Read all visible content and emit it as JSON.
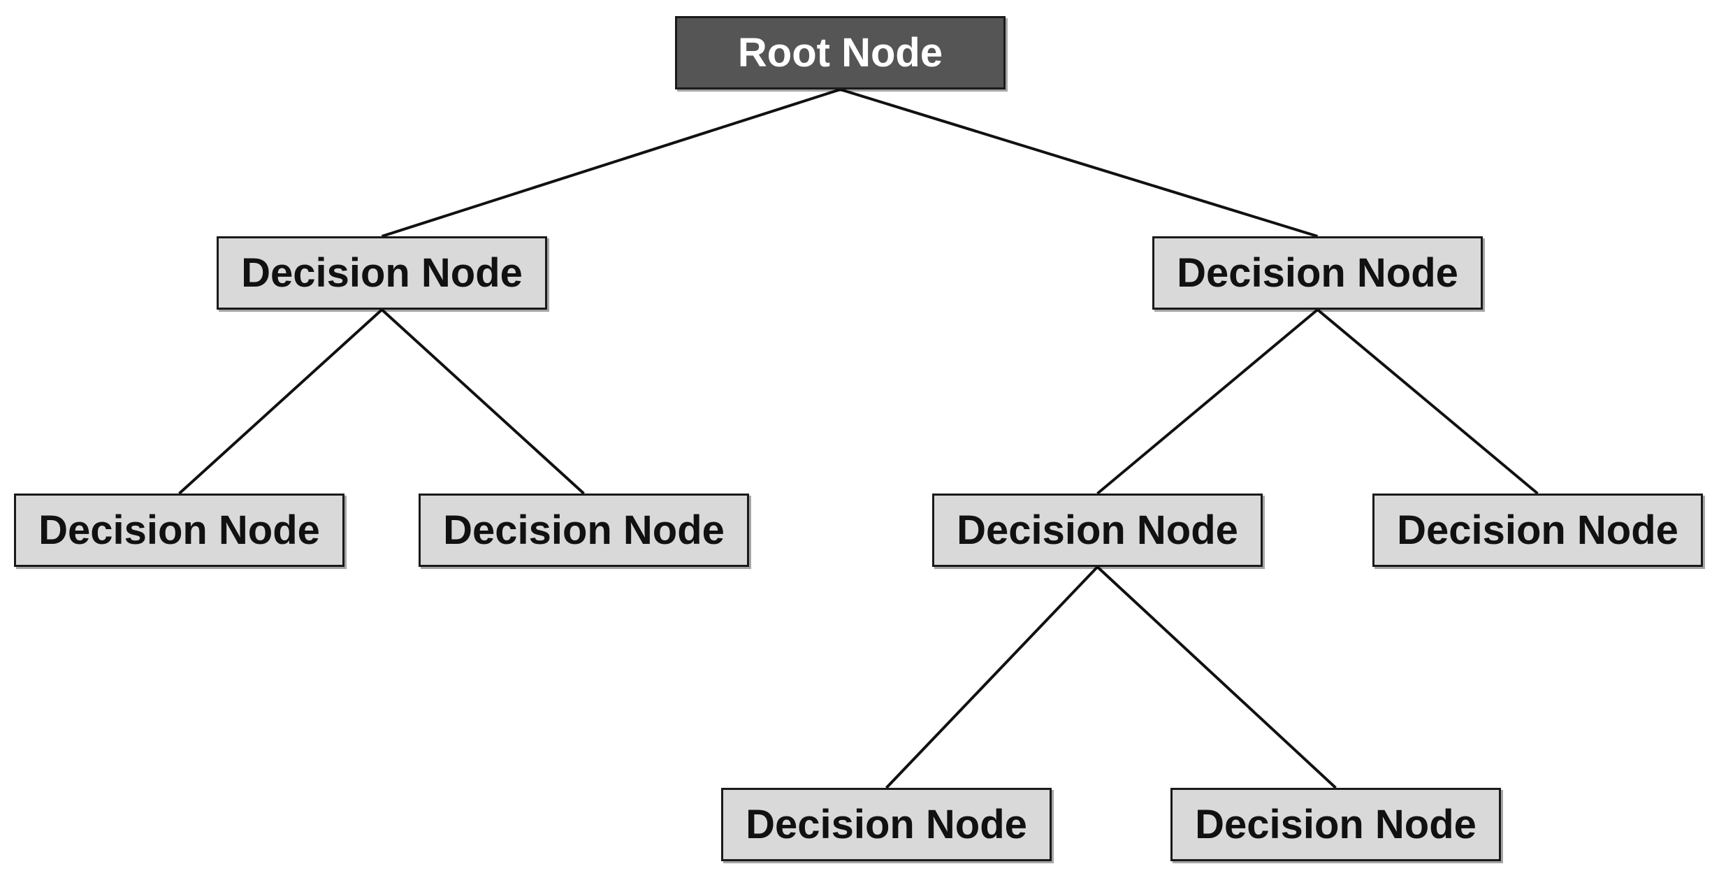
{
  "diagram": {
    "type": "tree",
    "nodes": [
      {
        "id": "root",
        "label": "Root Node",
        "kind": "root"
      },
      {
        "id": "dn-1",
        "label": "Decision Node",
        "kind": "decision"
      },
      {
        "id": "dn-2",
        "label": "Decision Node",
        "kind": "decision"
      },
      {
        "id": "dn-3",
        "label": "Decision Node",
        "kind": "decision"
      },
      {
        "id": "dn-4",
        "label": "Decision Node",
        "kind": "decision"
      },
      {
        "id": "dn-5",
        "label": "Decision Node",
        "kind": "decision"
      },
      {
        "id": "dn-6",
        "label": "Decision Node",
        "kind": "decision"
      },
      {
        "id": "dn-7",
        "label": "Decision Node",
        "kind": "decision"
      },
      {
        "id": "dn-8",
        "label": "Decision Node",
        "kind": "decision"
      }
    ],
    "edges": [
      {
        "from": "root",
        "to": "dn-1"
      },
      {
        "from": "root",
        "to": "dn-2"
      },
      {
        "from": "dn-1",
        "to": "dn-3"
      },
      {
        "from": "dn-1",
        "to": "dn-4"
      },
      {
        "from": "dn-2",
        "to": "dn-5"
      },
      {
        "from": "dn-2",
        "to": "dn-6"
      },
      {
        "from": "dn-5",
        "to": "dn-7"
      },
      {
        "from": "dn-5",
        "to": "dn-8"
      }
    ],
    "colors": {
      "root_fill": "#555555",
      "root_text": "#ffffff",
      "decision_fill": "#d9d9d9",
      "decision_text": "#111111",
      "edge": "#111111"
    }
  }
}
